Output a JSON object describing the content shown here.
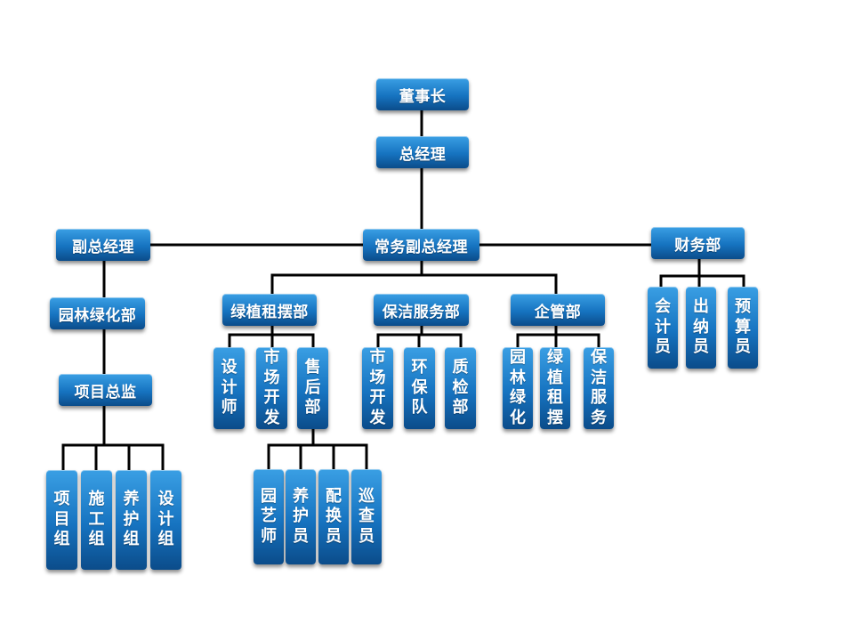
{
  "nodes": {
    "chairman": "董事长",
    "general_manager": "总经理",
    "executive_vp": "常务副总经理",
    "vice_gm": "副总经理",
    "finance_dept": "财务部",
    "accountant": "会计员",
    "cashier": "出纳员",
    "budget_clerk": "预算员",
    "landscaping_dept": "园林绿化部",
    "project_director": "项目总监",
    "project_team": "项目组",
    "construction_team": "施工组",
    "maintenance_team": "养护组",
    "design_team": "设计组",
    "plant_rental_dept": "绿植租摆部",
    "designer": "设计师",
    "market_dev_1": "市场开发",
    "after_sales_dept": "售后部",
    "horticulturist": "园艺师",
    "maintainer": "养护员",
    "replacement_staff": "配换员",
    "inspector": "巡查员",
    "cleaning_dept": "保洁服务部",
    "market_dev_2": "市场开发",
    "eco_team": "环保队",
    "quality_dept": "质检部",
    "enterprise_mgmt_dept": "企管部",
    "em_landscaping": "园林绿化",
    "em_plant_rental": "绿植租摆",
    "em_cleaning": "保洁服务"
  },
  "colors": {
    "box_top": "#3a9fe4",
    "box_bottom": "#0b4c8a",
    "connector": "#000000"
  }
}
